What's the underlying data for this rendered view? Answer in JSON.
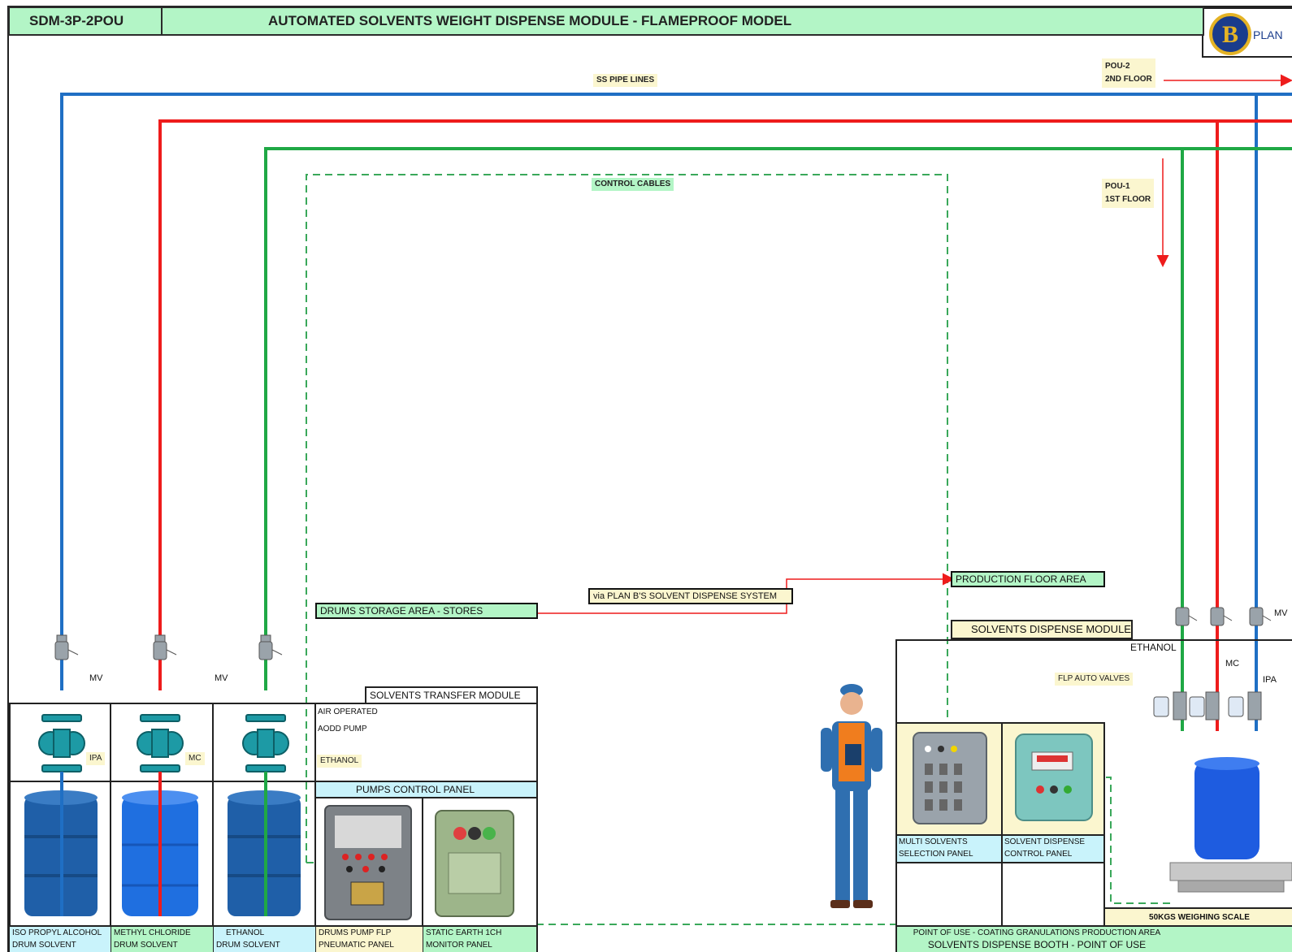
{
  "header": {
    "code": "SDM-3P-2POU",
    "title": "AUTOMATED SOLVENTS WEIGHT DISPENSE MODULE - FLAMEPROOF MODEL",
    "logo_text": "PLAN"
  },
  "colors": {
    "ipa_line": "#1f6fc4",
    "mc_line": "#ee1c1c",
    "ethanol_line": "#1fa845",
    "control_cable": "#3aa85a",
    "header_bg": "#b3f5c6",
    "label_bg": "#fbf6cf"
  },
  "labels": {
    "pipe_lines": "SS PIPE LINES",
    "control_cables": "CONTROL CABLES",
    "pou2_line1": "POU-2",
    "pou2_line2": "2ND FLOOR",
    "pou1_line1": "POU-1",
    "pou1_line2": "1ST FLOOR",
    "flow_via": "via PLAN B'S SOLVENT DISPENSE SYSTEM",
    "storage_area": "DRUMS STORAGE AREA - STORES",
    "production_area": "PRODUCTION FLOOR AREA",
    "mv": "MV",
    "ipa": "IPA",
    "mc": "MC",
    "ethanol": "ETHANOL",
    "flp_auto_valves": "FLP AUTO VALVES"
  },
  "transfer_module": {
    "title": "SOLVENTS TRANSFER MODULE",
    "line1": "AIR OPERATED",
    "line2": "AODD PUMP",
    "line3": "ETHANOL",
    "pumps_panel": "PUMPS CONTROL PANEL"
  },
  "drums": [
    {
      "name": "ISO PROPYL ALCOHOL",
      "sub": "DRUM SOLVENT"
    },
    {
      "name": "METHYL CHLORIDE",
      "sub": "DRUM SOLVENT"
    },
    {
      "name": "ETHANOL",
      "sub": "DRUM SOLVENT"
    }
  ],
  "panels_left": [
    {
      "line1": "DRUMS PUMP FLP",
      "line2": "PNEUMATIC PANEL"
    },
    {
      "line1": "STATIC EARTH 1CH",
      "line2": "MONITOR PANEL"
    }
  ],
  "dispense_module": {
    "title": "SOLVENTS DISPENSE MODULE",
    "panel1_line1": "MULTI SOLVENTS",
    "panel1_line2": "SELECTION PANEL",
    "panel2_line1": "SOLVENT DISPENSE",
    "panel2_line2": "CONTROL PANEL",
    "scale": "50KGS WEIGHING SCALE",
    "pou_line1": "POINT OF USE - COATING GRANULATIONS PRODUCTION AREA",
    "pou_line2": "SOLVENTS DISPENSE BOOTH - POINT OF USE"
  }
}
